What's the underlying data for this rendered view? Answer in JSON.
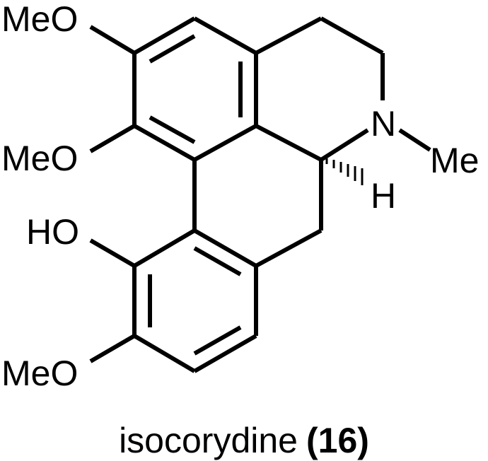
{
  "atoms": {
    "meo_top": "MeO",
    "meo_mid": "MeO",
    "ho": "HO",
    "meo_bottom": "MeO",
    "n": "N",
    "me": "Me",
    "h": "H"
  },
  "caption": {
    "name": "isocorydine",
    "number": "(16)"
  }
}
